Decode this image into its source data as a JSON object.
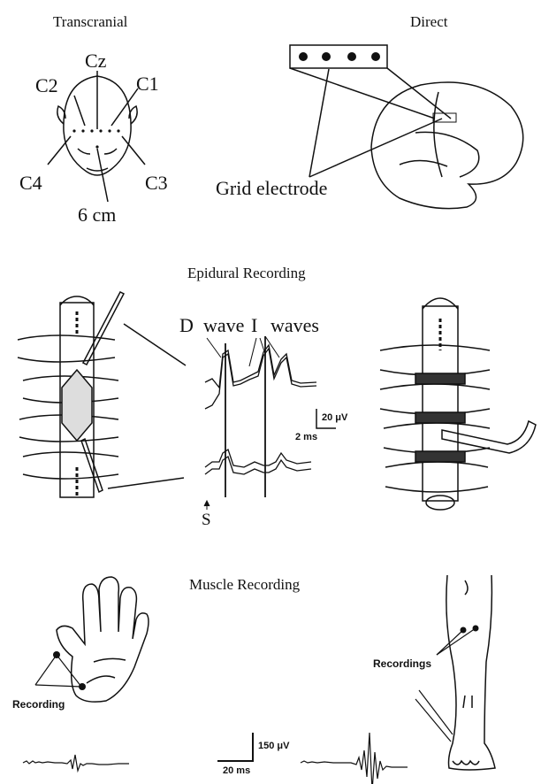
{
  "transcranial": {
    "title": "Transcranial",
    "labels": {
      "cz": "Cz",
      "c2": "C2",
      "c1": "C1",
      "c4": "C4",
      "c3": "C3",
      "distance": "6 cm"
    }
  },
  "direct": {
    "title": "Direct",
    "grid_label": "Grid electrode"
  },
  "epidural": {
    "title": "Epidural Recording",
    "d_wave": "D",
    "d_wave_word": "wave",
    "i_waves": "I",
    "i_waves_word": "waves",
    "amp_scale": "20 μV",
    "time_scale": "2 ms",
    "stimulus_marker": "S"
  },
  "muscle": {
    "title": "Muscle Recording",
    "hand_label": "Recording",
    "leg_label": "Recordings",
    "amp_scale": "150 μV",
    "time_scale": "20 ms"
  }
}
